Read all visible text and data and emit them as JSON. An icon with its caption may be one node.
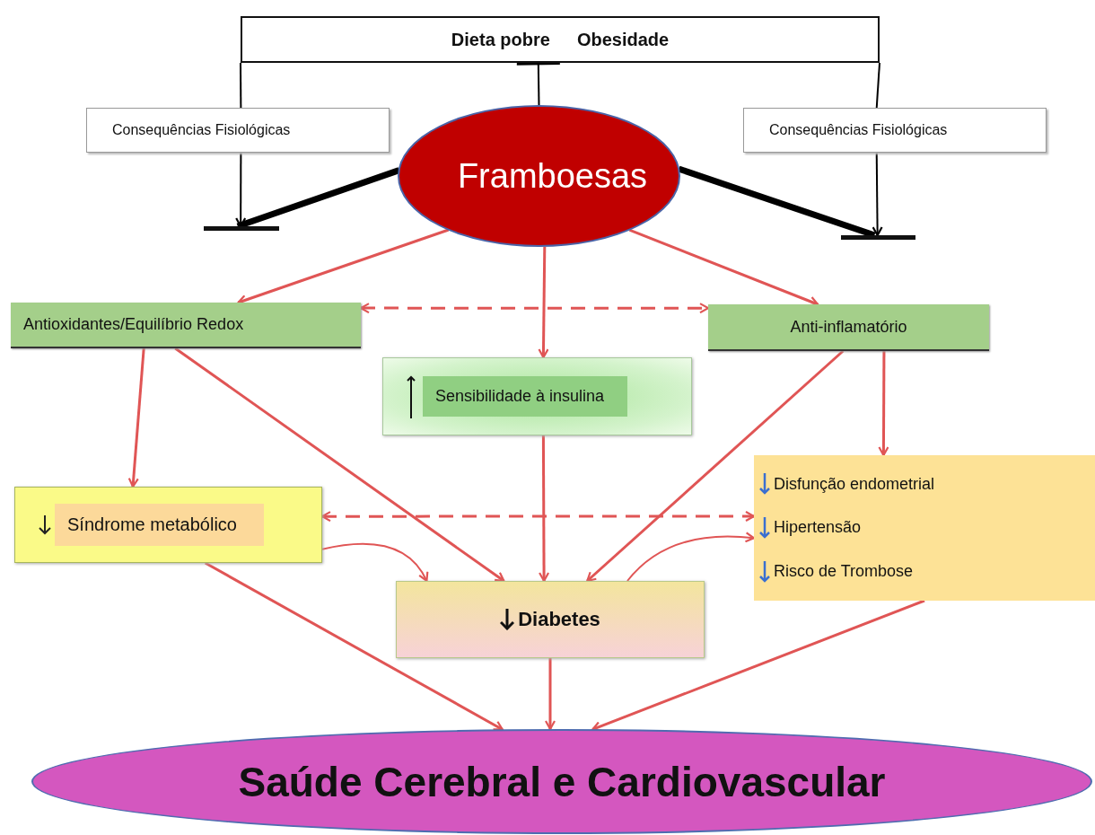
{
  "diagram": {
    "nodes": [
      {
        "text": [
          "Dieta pobre",
          "Obesidade"
        ]
      },
      {
        "text": [
          "Consequências Fisiológicas"
        ]
      },
      {
        "text": [
          "Framboesas"
        ]
      },
      {
        "text": [
          "Consequências Fisiológicas"
        ]
      },
      {
        "text": [],
        "shape": "bar"
      },
      {
        "text": [],
        "shape": "bar"
      },
      {
        "text": [
          "Antioxidantes/Equilíbrio Redox"
        ]
      },
      {
        "text": [
          "Anti-inflamatório"
        ]
      },
      {
        "text": [
          "Sensibilidade à insulina"
        ]
      },
      {
        "text": [
          "Síndrome metabólico"
        ]
      },
      {
        "text": [
          "Disfunção endometrial",
          "Hipertensão",
          "Risco de Trombose"
        ]
      },
      {
        "text": [
          "Diabetes"
        ]
      },
      {
        "text": [
          "Saúde Cerebral e Cardiovascular"
        ]
      }
    ],
    "edges": [
      {
        "from": 2,
        "to": 0,
        "arrow": "other",
        "color": "#000000"
      },
      {
        "from": 0,
        "to": 1,
        "arrow": "none",
        "color": "#000000"
      },
      {
        "from": 1,
        "to": 4,
        "arrow": "to",
        "color": "#000000"
      },
      {
        "from": 2,
        "to": 4,
        "arrow": "none",
        "style": "thick",
        "color": "#000000"
      },
      {
        "from": 0,
        "to": 3,
        "arrow": "none",
        "color": "#000000"
      },
      {
        "from": 3,
        "to": 5,
        "arrow": "to",
        "color": "#000000"
      },
      {
        "from": 2,
        "to": 5,
        "arrow": "none",
        "style": "thick",
        "color": "#000000"
      },
      {
        "from": 2,
        "to": 6,
        "arrow": "to"
      },
      {
        "from": 2,
        "to": 8,
        "arrow": "to"
      },
      {
        "from": 2,
        "to": 7,
        "arrow": "to"
      },
      {
        "from": 6,
        "to": 7,
        "arrow": "both",
        "style": "dashed"
      },
      {
        "from": 6,
        "to": 9,
        "arrow": "to"
      },
      {
        "from": 6,
        "to": 11,
        "arrow": "to"
      },
      {
        "from": 7,
        "to": 10,
        "arrow": "to"
      },
      {
        "from": 7,
        "to": 11,
        "arrow": "to"
      },
      {
        "from": 8,
        "to": 11,
        "arrow": "to"
      },
      {
        "from": 9,
        "to": 10,
        "arrow": "both",
        "style": "dashed"
      },
      {
        "from": 9,
        "to": 11,
        "arrow": "to"
      },
      {
        "from": 11,
        "to": 10,
        "arrow": "to"
      },
      {
        "from": 9,
        "to": 12,
        "arrow": "to"
      },
      {
        "from": 11,
        "to": 12,
        "arrow": "to"
      },
      {
        "from": 10,
        "to": 12,
        "arrow": "to"
      }
    ]
  }
}
